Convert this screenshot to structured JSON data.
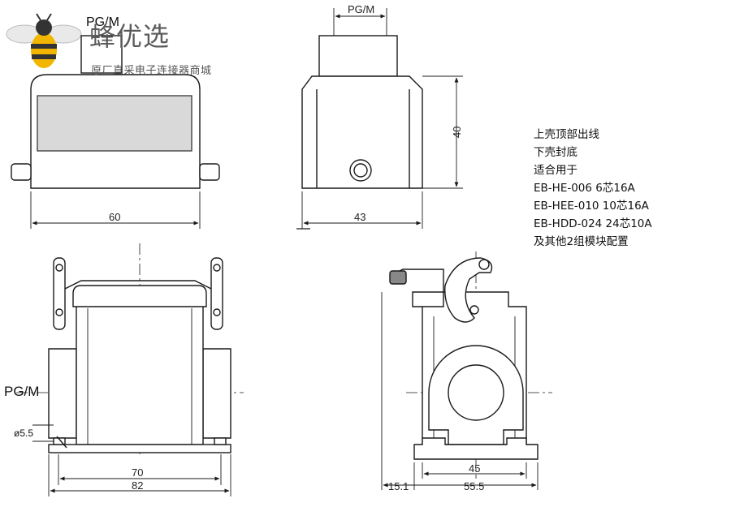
{
  "brand": {
    "name": "蜂优选",
    "tagline": "原厂直采电子连接器商城"
  },
  "spec_lines": [
    "上壳顶部出线",
    "下壳封底",
    "适合用于",
    "EB-HE-006 6芯16A",
    "EB-HEE-010 10芯16A",
    "EB-HDD-024 24芯10A",
    "及其他2组模块配置"
  ],
  "dimensions": {
    "top_left_label": "PG/M",
    "top_left_width": "60",
    "top_right_label": "PG/M",
    "top_right_height": "40",
    "top_right_width": "43",
    "bottom_left_label": "PG/M",
    "bottom_left_hole": "ø5.5",
    "bottom_left_inner_width": "70",
    "bottom_left_outer_width": "82",
    "bottom_right_offset": "15.1",
    "bottom_right_inner_width": "45",
    "bottom_right_outer_width": "55.5"
  },
  "colors": {
    "line": "#1a1a1a",
    "shade": "#d6d6d6",
    "text": "#111111"
  }
}
